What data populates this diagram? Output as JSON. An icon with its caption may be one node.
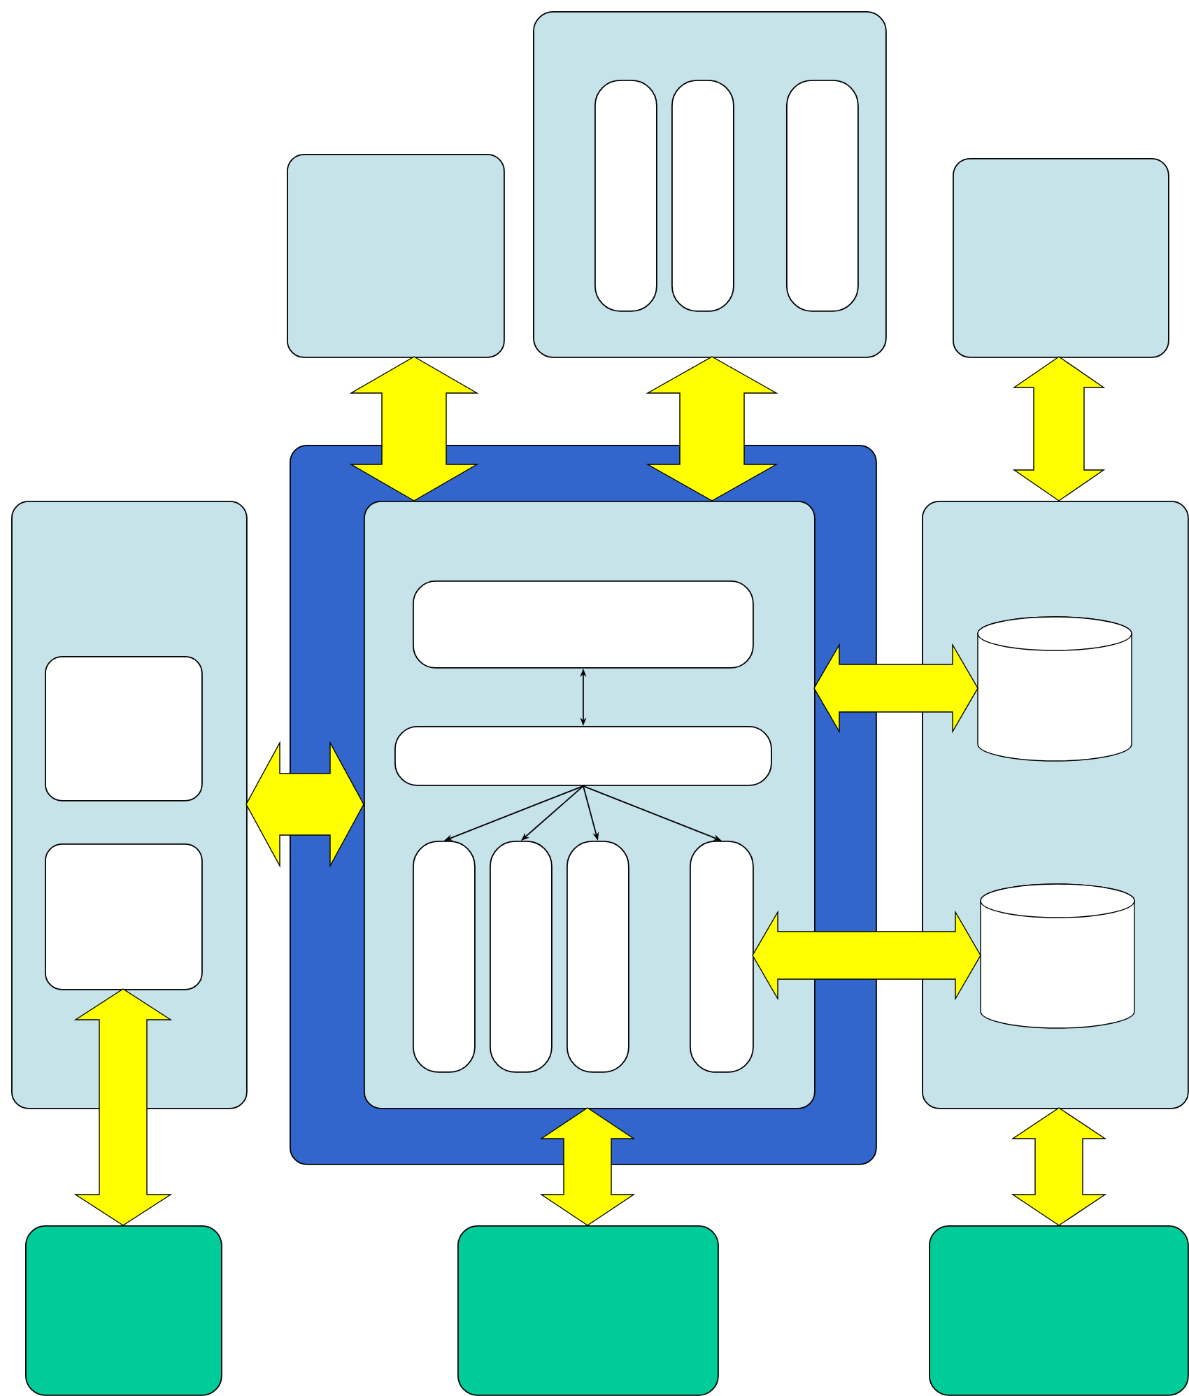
{
  "diagram": {
    "nodes": [
      {
        "text": [],
        "shape": "box"
      },
      {
        "text": [],
        "shape": "box"
      },
      {
        "text": [],
        "shape": "box",
        "in": 1
      },
      {
        "text": [],
        "shape": "box",
        "in": 1
      },
      {
        "text": [],
        "shape": "box",
        "in": 1
      },
      {
        "text": [],
        "shape": "box"
      },
      {
        "text": [],
        "shape": "box"
      },
      {
        "text": [],
        "shape": "box",
        "in": 6
      },
      {
        "text": [],
        "shape": "box",
        "in": 6
      },
      {
        "text": [],
        "shape": "box"
      },
      {
        "text": [],
        "shape": "box",
        "in": 9
      },
      {
        "text": [],
        "shape": "box",
        "in": 10
      },
      {
        "text": [],
        "shape": "box",
        "in": 10
      },
      {
        "text": [],
        "shape": "box",
        "in": 10
      },
      {
        "text": [],
        "shape": "box",
        "in": 10
      },
      {
        "text": [],
        "shape": "box",
        "in": 10
      },
      {
        "text": [],
        "shape": "box",
        "in": 10
      },
      {
        "text": [],
        "shape": "box"
      },
      {
        "text": [],
        "shape": "cylinder",
        "in": 17
      },
      {
        "text": [],
        "shape": "cylinder",
        "in": 17
      },
      {
        "text": [],
        "shape": "box"
      },
      {
        "text": [],
        "shape": "box"
      },
      {
        "text": [],
        "shape": "box"
      }
    ],
    "edges": [
      {
        "from": 0,
        "to": 10,
        "arrow": "both",
        "style": "thick",
        "color": "#ffff00"
      },
      {
        "from": 1,
        "to": 10,
        "arrow": "both",
        "style": "thick",
        "color": "#ffff00"
      },
      {
        "from": 5,
        "to": 17,
        "arrow": "both",
        "style": "thick",
        "color": "#ffff00"
      },
      {
        "from": 6,
        "to": 10,
        "arrow": "both",
        "style": "thick",
        "color": "#ffff00"
      },
      {
        "from": 10,
        "to": 18,
        "arrow": "both",
        "style": "thick",
        "color": "#ffff00"
      },
      {
        "from": 16,
        "to": 19,
        "arrow": "both",
        "style": "thick",
        "color": "#ffff00"
      },
      {
        "from": 8,
        "to": 20,
        "arrow": "both",
        "style": "thick",
        "color": "#ffff00"
      },
      {
        "from": 10,
        "to": 21,
        "arrow": "both",
        "style": "thick",
        "color": "#ffff00"
      },
      {
        "from": 17,
        "to": 22,
        "arrow": "both",
        "style": "thick",
        "color": "#ffff00"
      },
      {
        "from": 11,
        "to": 12,
        "arrow": "both"
      },
      {
        "from": 12,
        "to": 13,
        "arrow": "to"
      },
      {
        "from": 12,
        "to": 14,
        "arrow": "to"
      },
      {
        "from": 12,
        "to": 15,
        "arrow": "to"
      },
      {
        "from": 12,
        "to": 16,
        "arrow": "to"
      }
    ]
  }
}
